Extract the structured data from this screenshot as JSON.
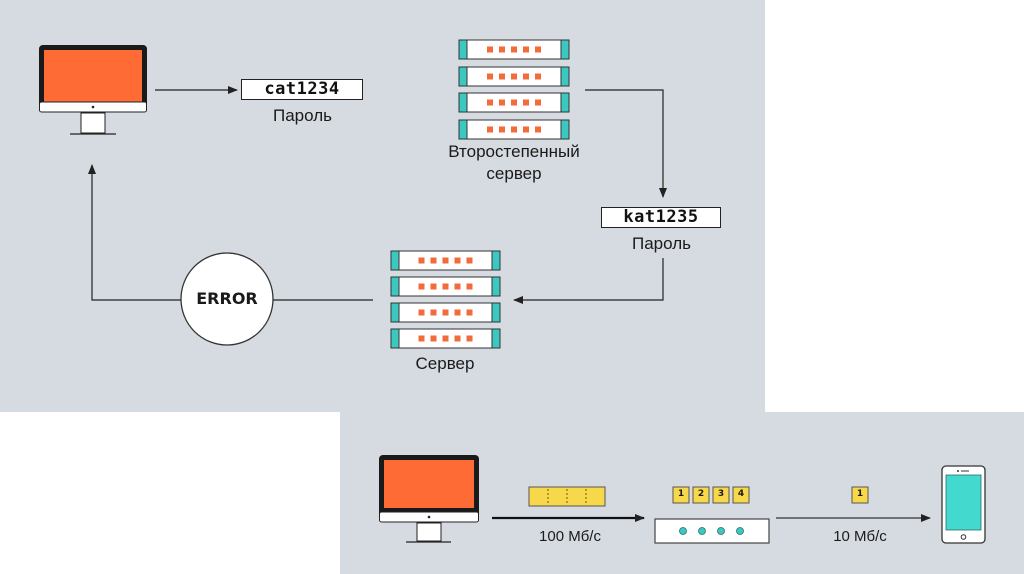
{
  "colors": {
    "background": "#d6dbe2",
    "screen": "#ff6b35",
    "server_accent": "#3cc8c0",
    "server_led": "#f26b3a",
    "packet": "#f7d84a",
    "phone_screen": "#44d9cf",
    "router_led": "#3cc8c0",
    "line": "#222222"
  },
  "top_diagram": {
    "client_password": {
      "value": "cat1234",
      "label": "Пароль"
    },
    "secondary_server": {
      "label_line1": "Второстепенный",
      "label_line2": "сервер"
    },
    "server_password": {
      "value": "kat1235",
      "label": "Пароль"
    },
    "main_server": {
      "label": "Сервер"
    },
    "error": {
      "text": "ERROR"
    }
  },
  "bottom_diagram": {
    "link_fast": {
      "label": "100 Мб/с"
    },
    "link_slow": {
      "label": "10 Мб/с"
    },
    "buffer_packets": [
      "1",
      "2",
      "3",
      "4"
    ],
    "sent_packet": "1"
  }
}
